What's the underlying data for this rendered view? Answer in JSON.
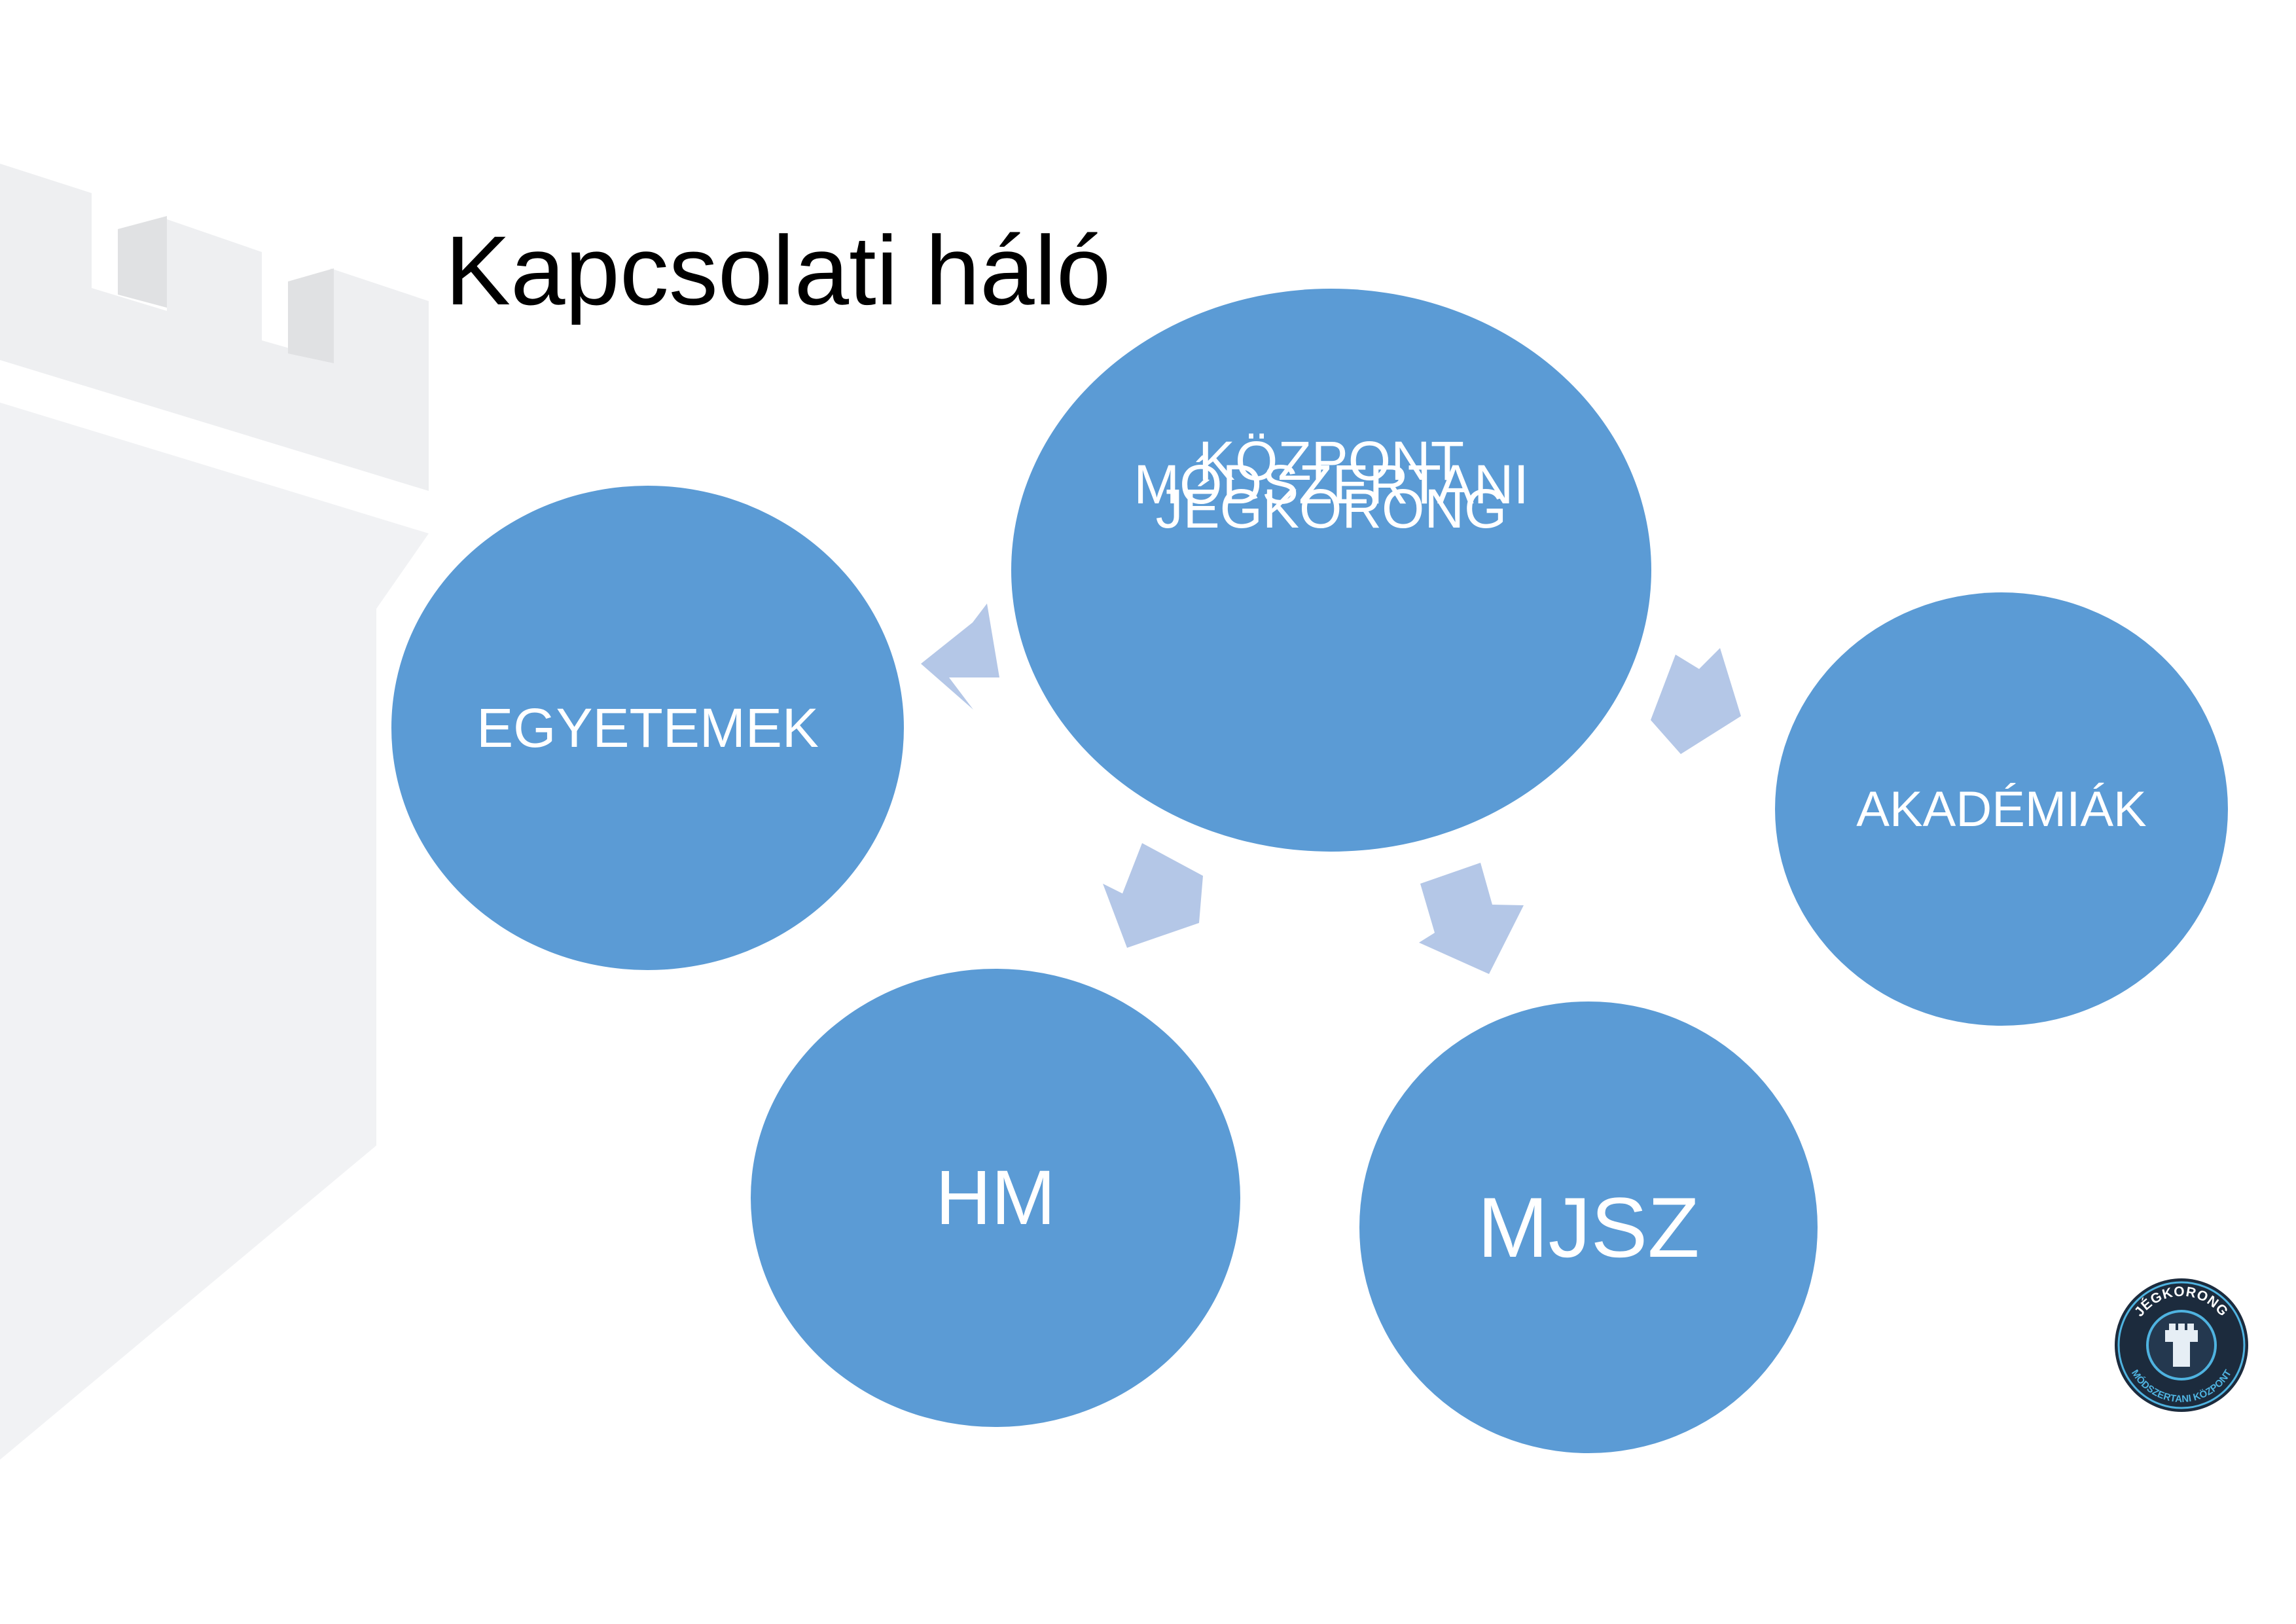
{
  "title": "Kapcsolati háló",
  "nodes": {
    "center": [
      "JÉGKORONG",
      "MÓDSZERTANI",
      "KÖZPONT"
    ],
    "left": "EGYETEMEK",
    "right": "AKADÉMIÁK",
    "bottom_left": "HM",
    "bottom_right": "MJSZ"
  },
  "logo": {
    "top_text": "JÉGKORONG",
    "bottom_text": "MÓDSZERTANI KÖZPONT"
  },
  "colors": {
    "node_fill": "#5b9bd5",
    "arrow_fill": "#b4c7e7",
    "background_shape": "#f0f1f3",
    "logo_dark": "#1c2b3d",
    "logo_accent": "#4fb3e0"
  }
}
